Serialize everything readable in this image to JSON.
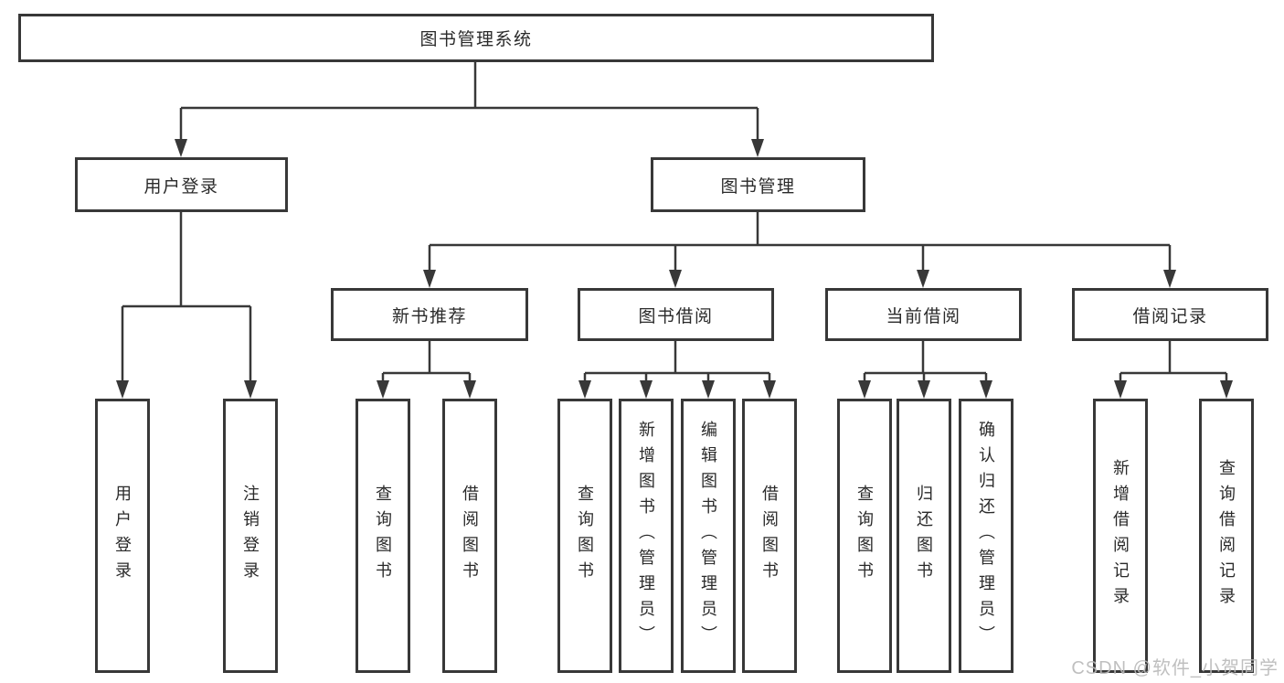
{
  "tree": {
    "label": "图书管理系统",
    "children": [
      {
        "label": "用户登录",
        "children": [
          {
            "label": "用户登录"
          },
          {
            "label": "注销登录"
          }
        ]
      },
      {
        "label": "图书管理",
        "children": [
          {
            "label": "新书推荐",
            "children": [
              {
                "label": "查询图书"
              },
              {
                "label": "借阅图书"
              }
            ]
          },
          {
            "label": "图书借阅",
            "children": [
              {
                "label": "查询图书"
              },
              {
                "label": "新增图书（管理员）"
              },
              {
                "label": "编辑图书（管理员）"
              },
              {
                "label": "借阅图书"
              }
            ]
          },
          {
            "label": "当前借阅",
            "children": [
              {
                "label": "查询图书"
              },
              {
                "label": "归还图书"
              },
              {
                "label": "确认归还（管理员）"
              }
            ]
          },
          {
            "label": "借阅记录",
            "children": [
              {
                "label": "新增借阅记录"
              },
              {
                "label": "查询借阅记录"
              }
            ]
          }
        ]
      }
    ]
  },
  "watermark": {
    "text": "CSDN @软件_小贺同学"
  },
  "colors": {
    "line": "#383838",
    "box_border": "#383838",
    "text": "#2a2a2a",
    "watermark": "#b9b9b9",
    "background": "#ffffff"
  }
}
